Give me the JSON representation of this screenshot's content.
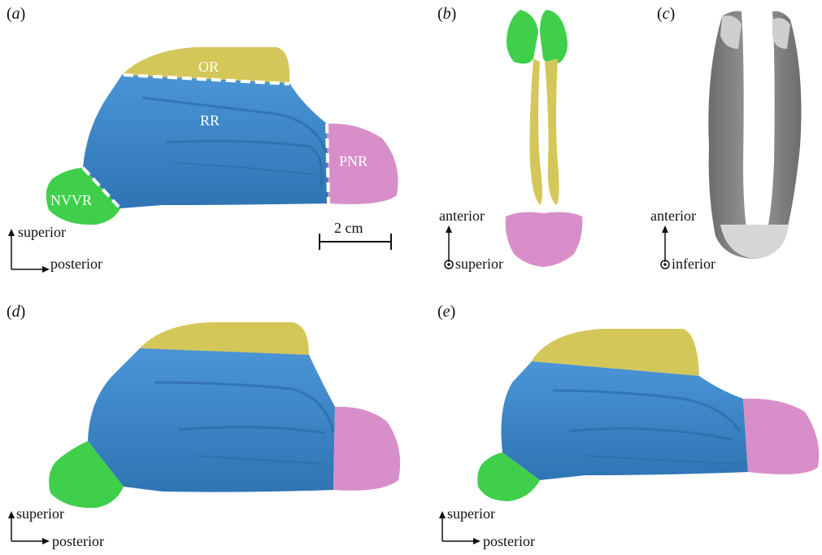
{
  "figure": {
    "panels": [
      {
        "id": "a",
        "label_open": "(",
        "label_letter": "a",
        "label_close": ")"
      },
      {
        "id": "b",
        "label_open": "(",
        "label_letter": "b",
        "label_close": ")"
      },
      {
        "id": "c",
        "label_open": "(",
        "label_letter": "c",
        "label_close": ")"
      },
      {
        "id": "d",
        "label_open": "(",
        "label_letter": "d",
        "label_close": ")"
      },
      {
        "id": "e",
        "label_open": "(",
        "label_letter": "e",
        "label_close": ")"
      }
    ],
    "regions": {
      "or": "OR",
      "rr": "RR",
      "pnr": "PNR",
      "nvvr": "NVVR"
    },
    "scale_bar": "2 cm",
    "axes": {
      "superior": "superior",
      "posterior": "posterior",
      "anterior": "anterior",
      "inferior": "inferior"
    },
    "colors": {
      "or": "#d4c75a",
      "rr": "#3f86c6",
      "pnr": "#d88fc9",
      "nvvr": "#3fcf4a",
      "grey": "#8a8a8a",
      "grey_light": "#cfcfcf"
    }
  }
}
